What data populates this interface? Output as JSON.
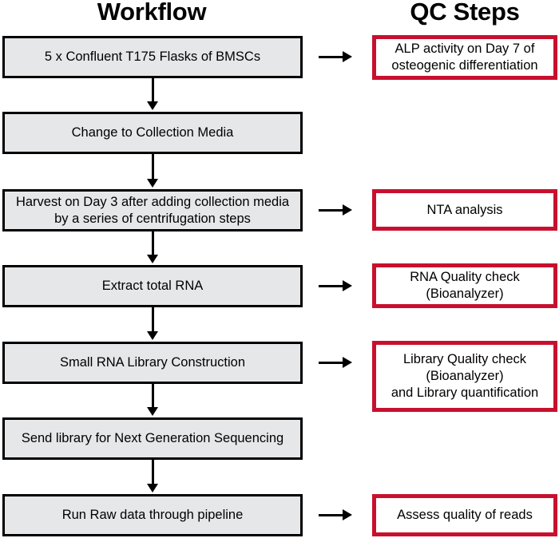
{
  "columns": {
    "workflow_title": "Workflow",
    "qc_title": "QC Steps"
  },
  "colors": {
    "workflow_box_fill": "#E6E7E9",
    "workflow_box_border": "#000000",
    "qc_box_fill": "#FFFFFF",
    "qc_box_border": "#C8102E",
    "arrow": "#000000",
    "text": "#000000",
    "background": "#FFFFFF"
  },
  "workflow_steps": [
    {
      "id": "step-1",
      "label": "5 x Confluent T175 Flasks of BMSCs"
    },
    {
      "id": "step-2",
      "label": "Change to Collection Media"
    },
    {
      "id": "step-3",
      "line1": "Harvest on Day 3 after adding collection media",
      "line2": "by a series of centrifugation steps"
    },
    {
      "id": "step-4",
      "label": "Extract total RNA"
    },
    {
      "id": "step-5",
      "label": "Small RNA Library Construction"
    },
    {
      "id": "step-6",
      "label": "Send library for Next Generation Sequencing"
    },
    {
      "id": "step-7",
      "label": "Run Raw data through pipeline"
    }
  ],
  "qc_steps": [
    {
      "id": "qc-1",
      "line1": "ALP activity on Day 7 of",
      "line2": "osteogenic differentiation"
    },
    {
      "id": "qc-2",
      "line1": "NTA analysis"
    },
    {
      "id": "qc-3",
      "line1": "RNA Quality check",
      "line2": "(Bioanalyzer)"
    },
    {
      "id": "qc-4",
      "line1": "Library Quality check",
      "line2": "(Bioanalyzer)",
      "line3": "and Library quantification"
    },
    {
      "id": "qc-5",
      "line1": "Assess quality of reads"
    }
  ],
  "icons": {
    "down_arrow": "down-arrow-icon",
    "right_arrow": "right-arrow-icon"
  }
}
